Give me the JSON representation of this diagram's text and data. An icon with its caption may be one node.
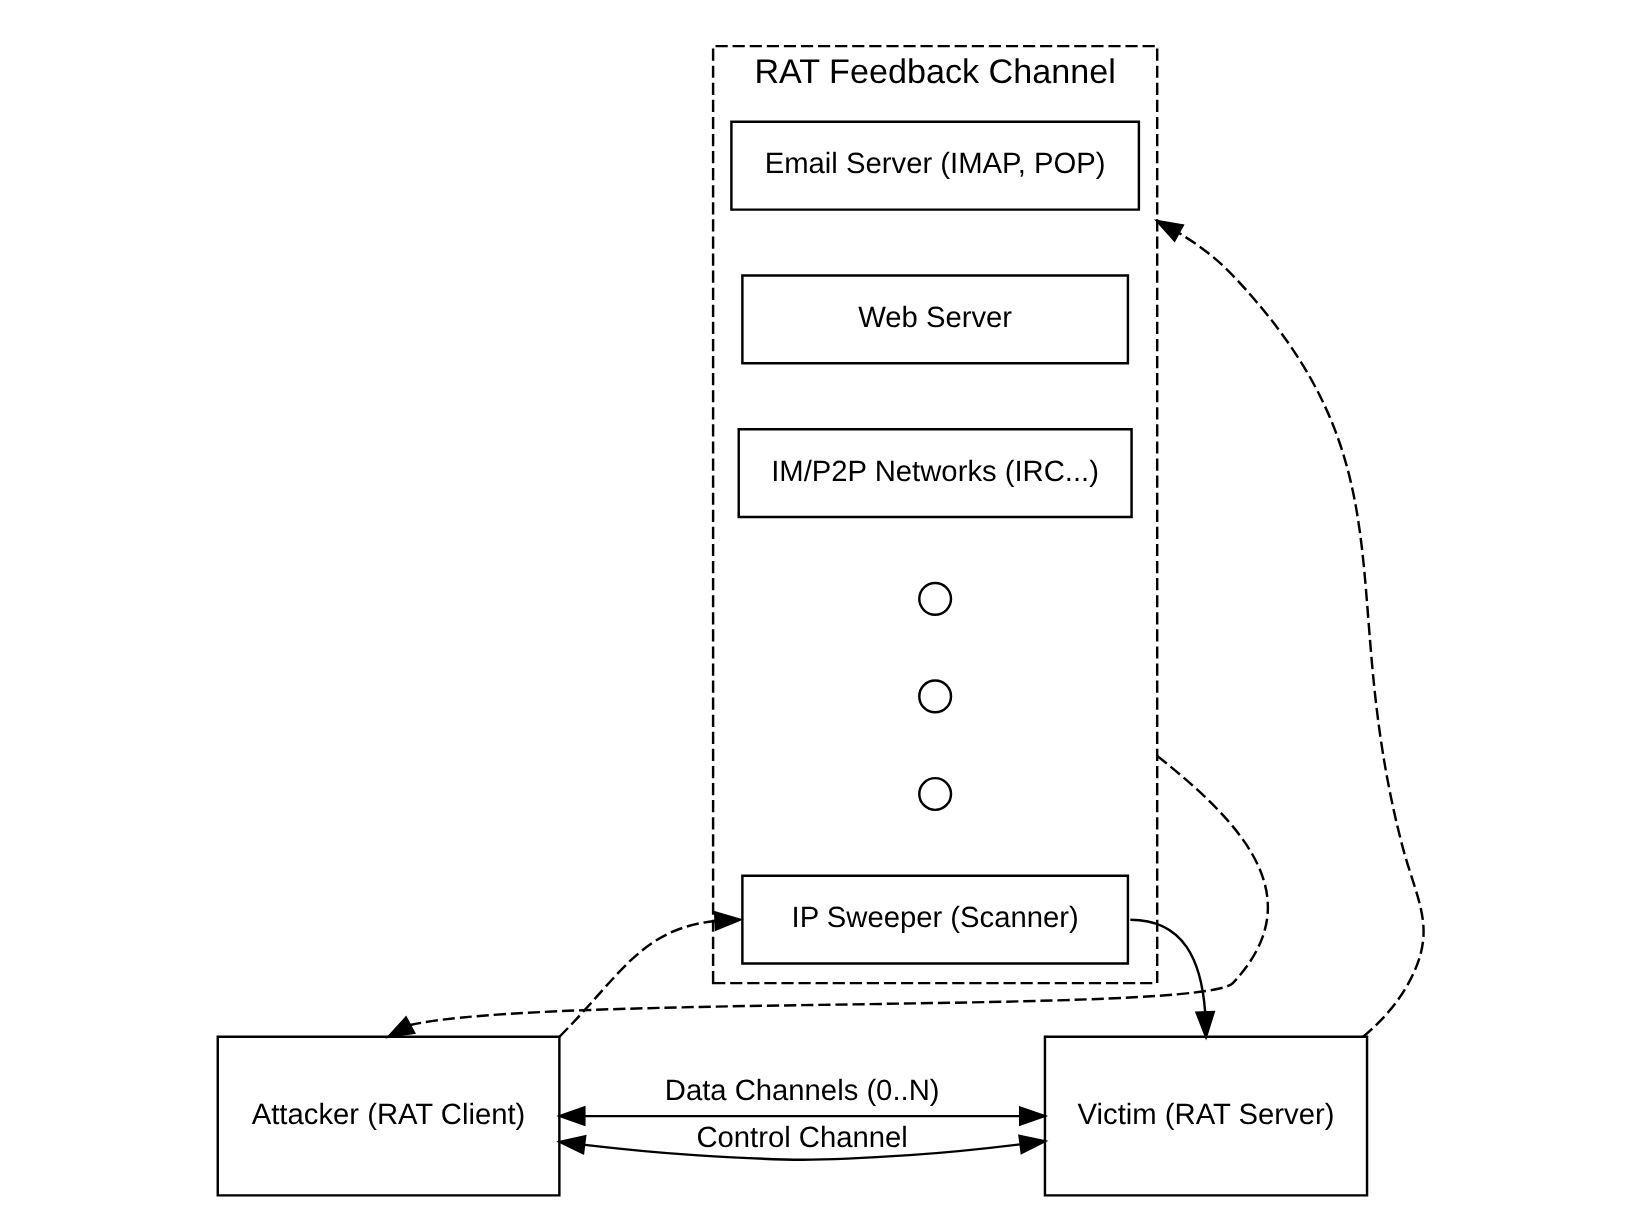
{
  "diagram": {
    "nodes": [
      {
        "text": [
          "RAT Feedback Channel"
        ]
      },
      {
        "text": [
          "Email Server (IMAP, POP)"
        ],
        "in": 0
      },
      {
        "text": [
          "Web Server"
        ],
        "in": 0
      },
      {
        "text": [
          "IM/P2P Networks (IRC...)"
        ],
        "in": 0
      },
      {
        "text": [],
        "shape": "circle",
        "in": 0
      },
      {
        "text": [],
        "shape": "circle",
        "in": 0
      },
      {
        "text": [],
        "shape": "circle",
        "in": 0
      },
      {
        "text": [
          "IP Sweeper (Scanner)"
        ],
        "in": 0
      },
      {
        "text": [
          "Attacker (RAT Client)"
        ]
      },
      {
        "text": [
          "Victim (RAT Server)"
        ]
      }
    ],
    "edges": [
      {
        "from": 0,
        "to": 8,
        "arrow": "to",
        "style": "dashed"
      },
      {
        "from": 8,
        "to": 7,
        "arrow": "to",
        "style": "dashed"
      },
      {
        "from": 7,
        "to": 9,
        "arrow": "to"
      },
      {
        "from": 9,
        "to": 0,
        "arrow": "to",
        "style": "dashed"
      },
      {
        "from": 8,
        "to": 9,
        "arrow": "both",
        "label": "Control Channel"
      },
      {
        "from": 8,
        "to": 9,
        "arrow": "both",
        "label": "Data Channels (0..N)"
      }
    ]
  }
}
